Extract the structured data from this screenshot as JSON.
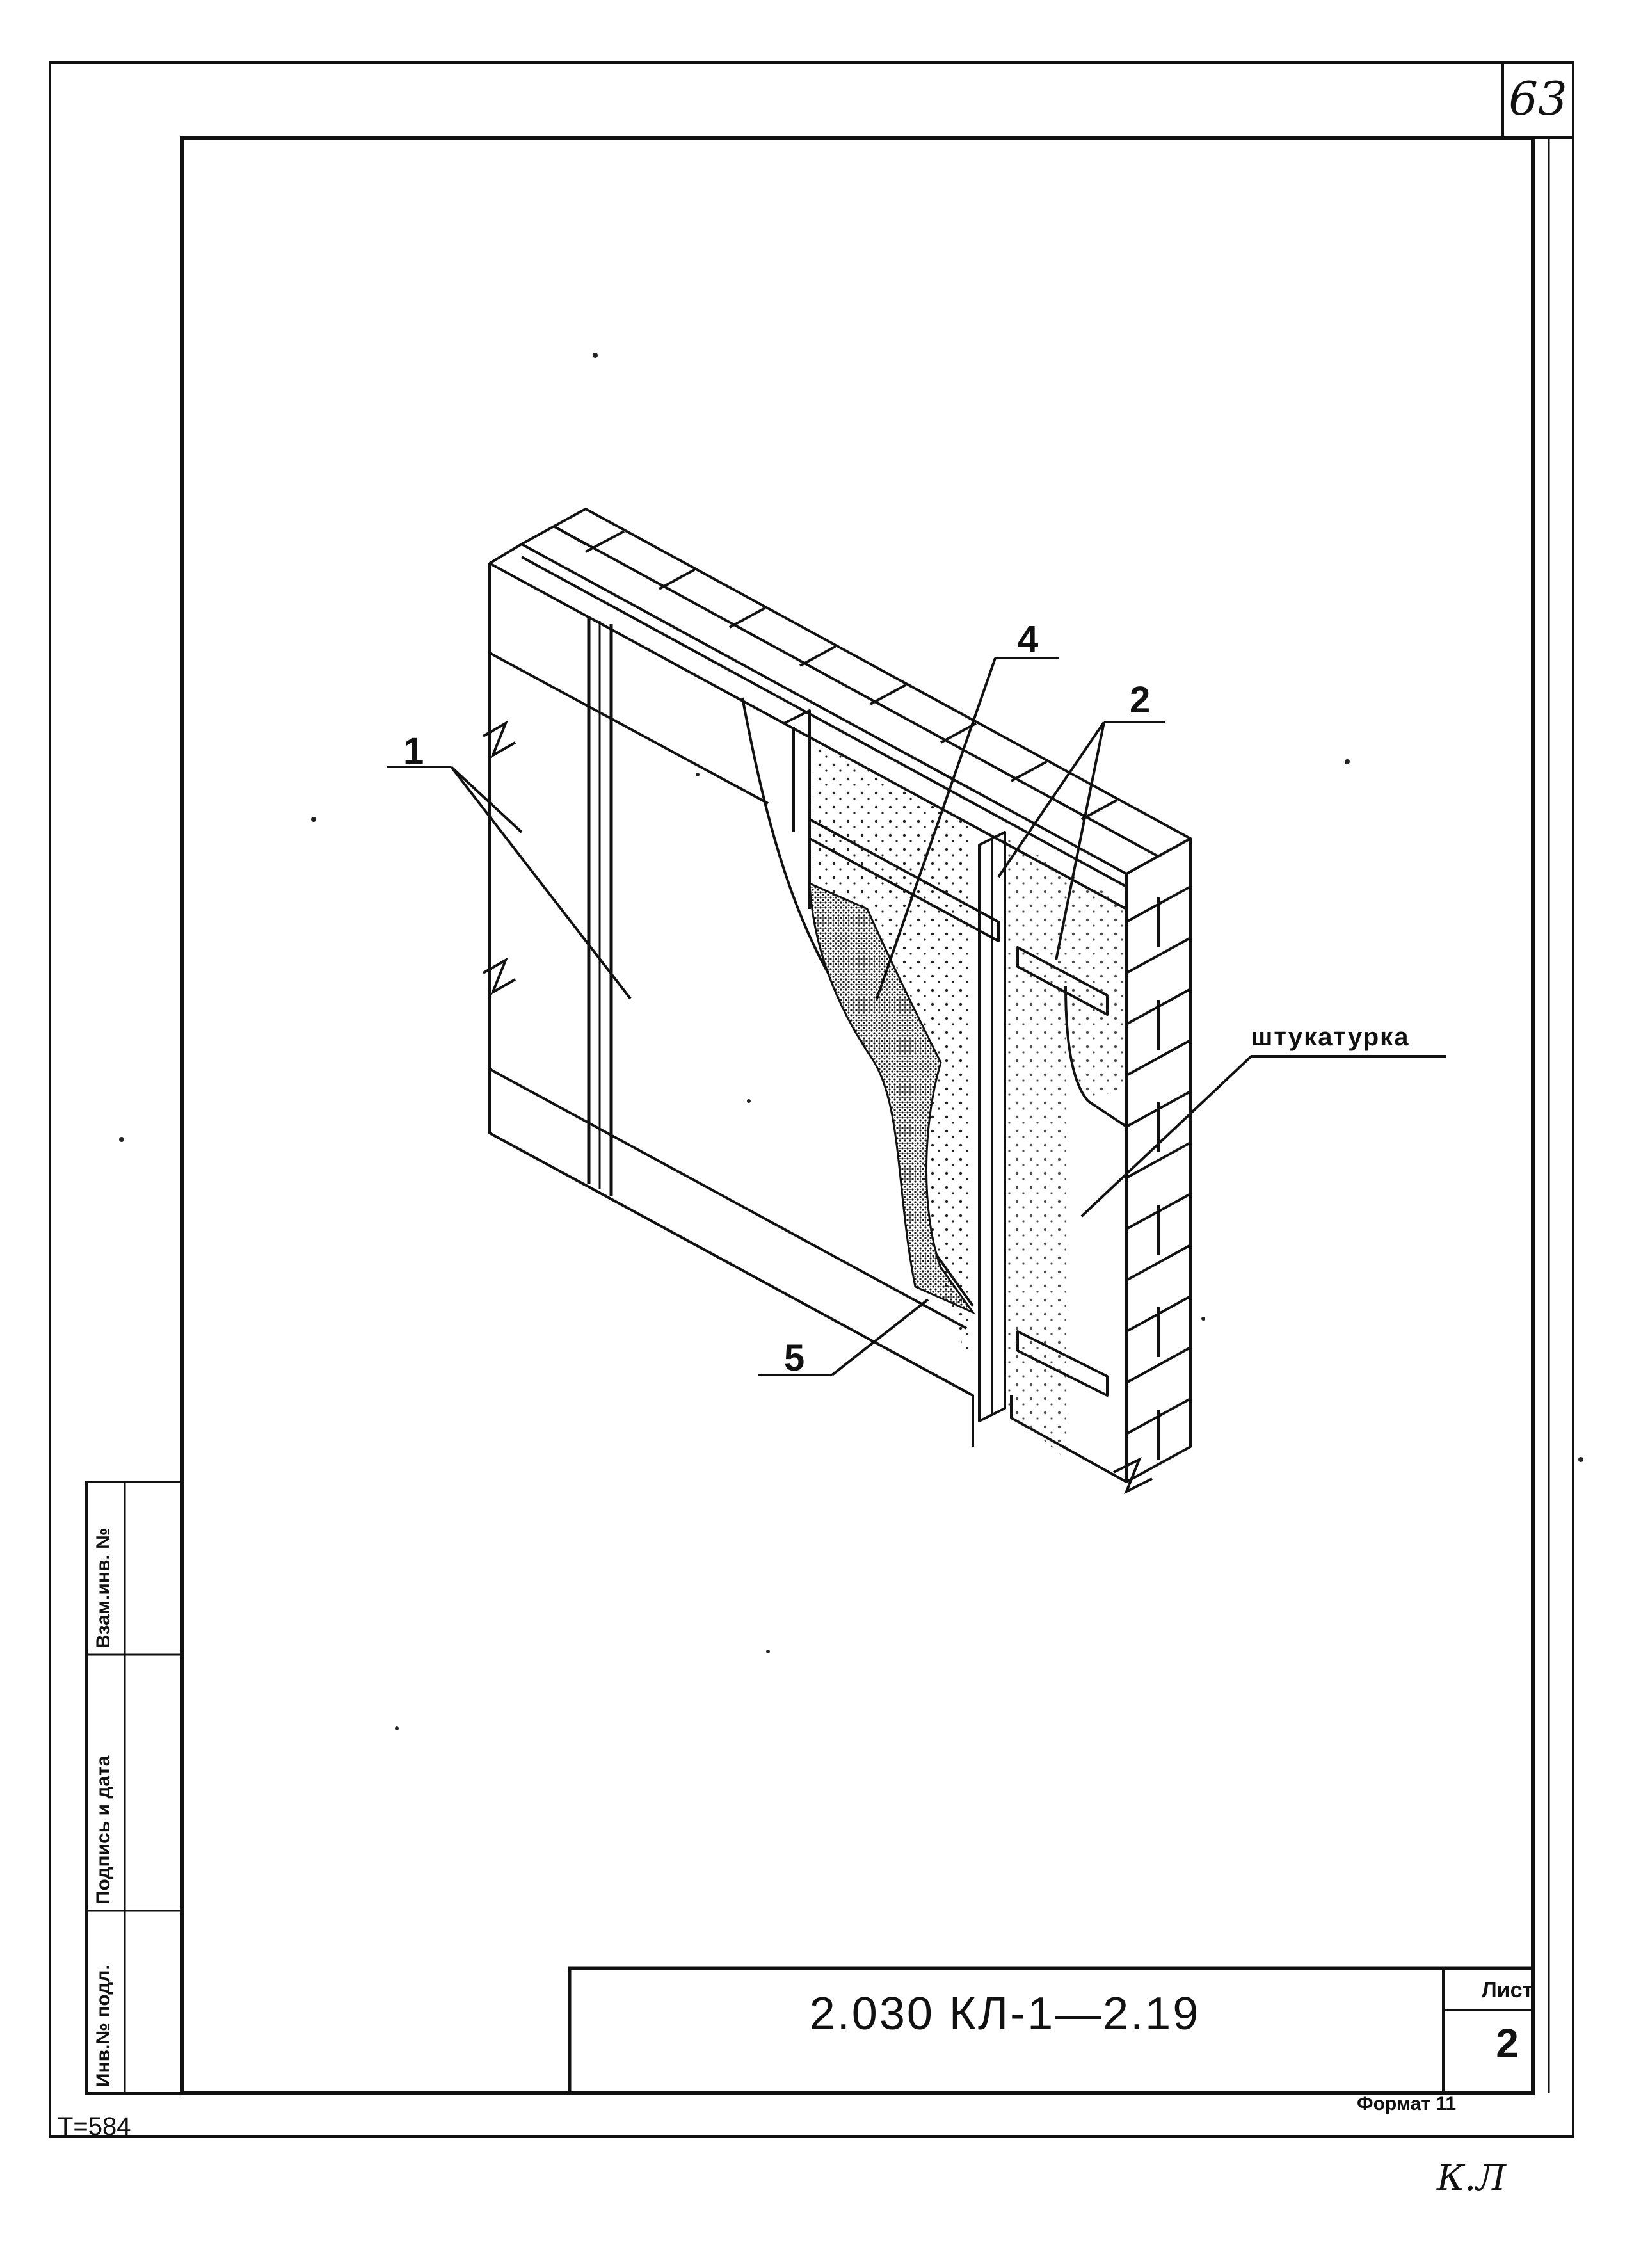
{
  "sheet_corner_number": "63",
  "stamp": {
    "document_code": "2.030 КЛ-1—2.19",
    "sheet_label": "Лист",
    "sheet_number": "2",
    "format_label": "Формат 11"
  },
  "side_stamp": {
    "inv_no": "Инв.№ подл.",
    "sign_date": "Подпись и дата",
    "replaced_inv": "Взам.инв. №"
  },
  "callouts": [
    "1",
    "2",
    "4",
    "5"
  ],
  "plaster_label": "штукатурка",
  "bottom_note": "Т=584",
  "handwritten_mark": "К.Л",
  "colors": {
    "ink": "#111111",
    "paper": "#ffffff"
  }
}
